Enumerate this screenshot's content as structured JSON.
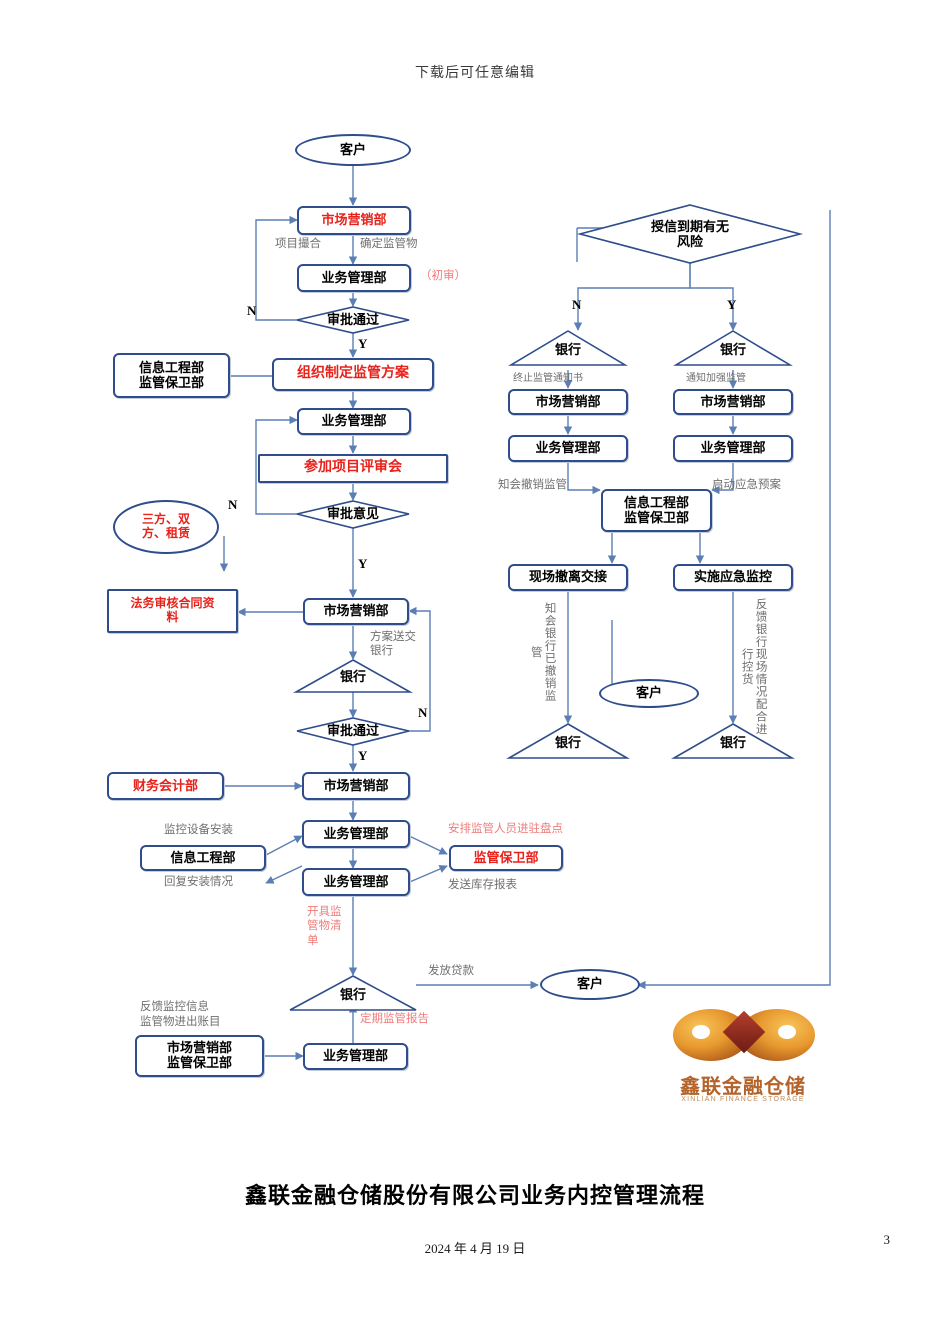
{
  "header": {
    "watermark": "下载后可任意编辑"
  },
  "footer": {
    "title": "鑫联金融仓储股份有限公司业务内控管理流程",
    "date": "2024 年 4 月 19 日",
    "page_number": "3"
  },
  "logo": {
    "chinese_name": "鑫联金融仓储",
    "english_name": "XINLIAN FINANCE STORAGE",
    "colors": {
      "gold": "#e8a33d",
      "dark_red": "#8e2c22",
      "text": "#b4632a"
    }
  },
  "colors": {
    "node_border": "#2e4d8a",
    "connector": "#5b7fb5",
    "red_text": "#e8211a",
    "pink_label": "#f07b7b",
    "gray_label": "#6f6f6f"
  },
  "left_flow": {
    "nodes": [
      {
        "id": "customer",
        "shape": "ellipse",
        "label": "客户"
      },
      {
        "id": "mkt1",
        "shape": "box",
        "label": "市场营销部",
        "color": "red"
      },
      {
        "id": "biz1",
        "shape": "box",
        "label": "业务管理部"
      },
      {
        "id": "approve1",
        "shape": "diamond",
        "label": "审批通过"
      },
      {
        "id": "info_guard1",
        "shape": "box",
        "label": "信息工程部\n监管保卫部"
      },
      {
        "id": "plan",
        "shape": "box",
        "label": "组织制定监管方案",
        "color": "red"
      },
      {
        "id": "biz2",
        "shape": "box",
        "label": "业务管理部"
      },
      {
        "id": "review_mtg",
        "shape": "box",
        "label": "参加项目评审会",
        "color": "red"
      },
      {
        "id": "opinion",
        "shape": "diamond",
        "label": "审批意见"
      },
      {
        "id": "tripartite",
        "shape": "ellipse",
        "label": "三方、双\n方、租赁",
        "color": "red"
      },
      {
        "id": "legal_review",
        "shape": "box",
        "label": "法务审核合同资\n料",
        "color": "red"
      },
      {
        "id": "mkt2",
        "shape": "box",
        "label": "市场营销部"
      },
      {
        "id": "bank1",
        "shape": "triangle",
        "label": "银行"
      },
      {
        "id": "approve2",
        "shape": "diamond",
        "label": "审批通过"
      },
      {
        "id": "finance",
        "shape": "box",
        "label": "财务会计部",
        "color": "red"
      },
      {
        "id": "mkt3",
        "shape": "box",
        "label": "市场营销部"
      },
      {
        "id": "biz3",
        "shape": "box",
        "label": "业务管理部"
      },
      {
        "id": "info_eng",
        "shape": "box",
        "label": "信息工程部"
      },
      {
        "id": "biz4",
        "shape": "box",
        "label": "业务管理部"
      },
      {
        "id": "guard_dept",
        "shape": "box",
        "label": "监管保卫部",
        "color": "red"
      },
      {
        "id": "bank2",
        "shape": "triangle",
        "label": "银行"
      },
      {
        "id": "customer2",
        "shape": "ellipse",
        "label": "客户"
      },
      {
        "id": "mkt_guard",
        "shape": "box",
        "label": "市场营销部\n监管保卫部"
      },
      {
        "id": "biz5",
        "shape": "box",
        "label": "业务管理部"
      }
    ],
    "edge_labels": [
      {
        "id": "l_project",
        "text": "项目撮合"
      },
      {
        "id": "l_confirm",
        "text": "确定监管物"
      },
      {
        "id": "l_firstreview",
        "text": "（初审）",
        "color": "red"
      },
      {
        "id": "l_plan_to_bank",
        "text": "方案送交\n银行"
      },
      {
        "id": "l_install",
        "text": "监控设备安装"
      },
      {
        "id": "l_install_back",
        "text": "回复安装情况"
      },
      {
        "id": "l_arrange",
        "text": "安排监管人员进驻盘点",
        "color": "red"
      },
      {
        "id": "l_inventory",
        "text": "发送库存报表"
      },
      {
        "id": "l_issue_list",
        "text": "开具监\n管物清\n单",
        "color": "red"
      },
      {
        "id": "l_loan",
        "text": "发放贷款"
      },
      {
        "id": "l_feedback",
        "text": "反馈监控信息\n监管物进出账目"
      },
      {
        "id": "l_report",
        "text": "定期监管报告",
        "color": "red"
      }
    ],
    "branch_labels": [
      {
        "id": "approve1_n",
        "text": "N"
      },
      {
        "id": "approve1_y",
        "text": "Y"
      },
      {
        "id": "opinion_n",
        "text": "N"
      },
      {
        "id": "opinion_y",
        "text": "Y"
      },
      {
        "id": "approve2_n",
        "text": "N"
      },
      {
        "id": "approve2_y",
        "text": "Y"
      }
    ]
  },
  "right_flow": {
    "nodes": [
      {
        "id": "risk",
        "shape": "diamond",
        "label": "授信到期有无\n风险"
      },
      {
        "id": "r_bank_n",
        "shape": "triangle",
        "label": "银行"
      },
      {
        "id": "r_bank_y",
        "shape": "triangle",
        "label": "银行"
      },
      {
        "id": "r_mkt_n",
        "shape": "box",
        "label": "市场营销部"
      },
      {
        "id": "r_mkt_y",
        "shape": "box",
        "label": "市场营销部"
      },
      {
        "id": "r_biz_n",
        "shape": "box",
        "label": "业务管理部"
      },
      {
        "id": "r_biz_y",
        "shape": "box",
        "label": "业务管理部"
      },
      {
        "id": "r_info_guard",
        "shape": "box",
        "label": "信息工程部\n监管保卫部"
      },
      {
        "id": "r_handover",
        "shape": "box",
        "label": "现场撤离交接"
      },
      {
        "id": "r_emergency",
        "shape": "box",
        "label": "实施应急监控"
      },
      {
        "id": "r_customer",
        "shape": "ellipse",
        "label": "客户"
      },
      {
        "id": "r_bank_b1",
        "shape": "triangle",
        "label": "银行"
      },
      {
        "id": "r_bank_b2",
        "shape": "triangle",
        "label": "银行"
      }
    ],
    "edge_labels": [
      {
        "id": "r_terminate",
        "text": "终止监管通知书"
      },
      {
        "id": "r_enhance",
        "text": "通知加强监管"
      },
      {
        "id": "r_notify",
        "text": "知会撤销监管"
      },
      {
        "id": "r_startplan",
        "text": "启动应急预案"
      },
      {
        "id": "r_vert_left",
        "text": "知会银行已撤销监管"
      },
      {
        "id": "r_vert_right",
        "text": "反馈银行现场情况配合进行控货"
      }
    ],
    "branch_labels": [
      {
        "id": "risk_n",
        "text": "N"
      },
      {
        "id": "risk_y",
        "text": "Y"
      }
    ]
  }
}
